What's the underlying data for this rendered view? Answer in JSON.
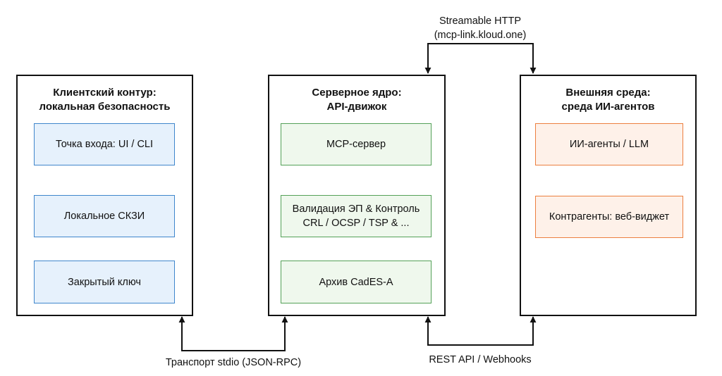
{
  "panels": {
    "client": {
      "title_line1": "Клиентский контур:",
      "title_line2": "локальная безопасность",
      "nodes": {
        "entry": "Точка входа: UI / CLI",
        "skzi": "Локальное СКЗИ",
        "private_key": "Закрытый ключ"
      }
    },
    "server": {
      "title_line1": "Серверное ядро:",
      "title_line2": "API-движок",
      "nodes": {
        "mcp": "MCP-сервер",
        "validation_line1": "Валидация ЭП & Контроль",
        "validation_line2": "CRL / OCSP / TSP & ...",
        "archive": "Архив CadES-A"
      }
    },
    "external": {
      "title_line1": "Внешняя среда:",
      "title_line2": "среда ИИ-агентов",
      "nodes": {
        "agents": "ИИ-агенты / LLM",
        "counterparties": "Контрагенты: веб-виджет"
      }
    }
  },
  "connections": {
    "top_line1": "Streamable HTTP",
    "top_line2": "(mcp-link.kloud.one)",
    "bottom_left": "Транспорт stdio (JSON-RPC)",
    "bottom_right": "REST API / Webhooks"
  },
  "colors": {
    "blue_fill": "#e6f1fc",
    "blue_border": "#3f86cc",
    "green_fill": "#eff8ed",
    "green_border": "#54a158",
    "orange_fill": "#fef1e9",
    "orange_border": "#ec7f3f"
  }
}
